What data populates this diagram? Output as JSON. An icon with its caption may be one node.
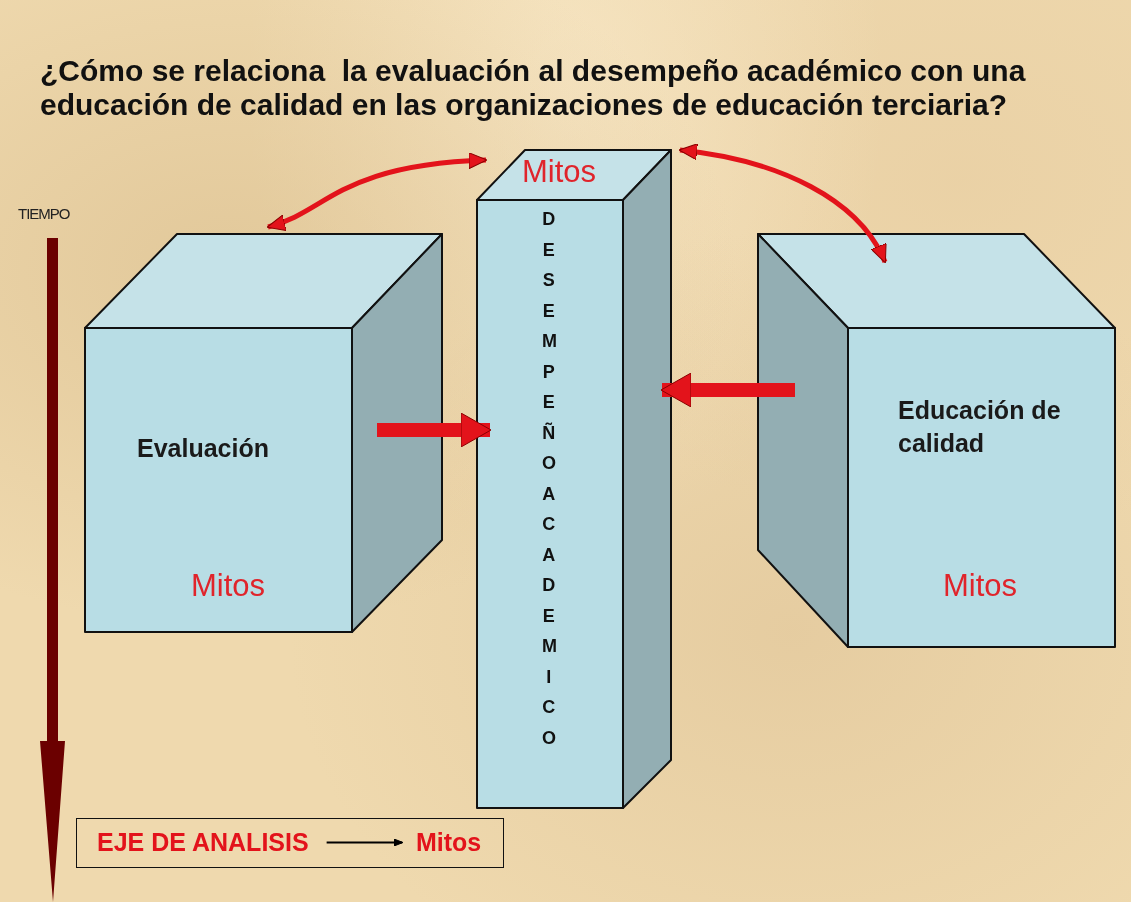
{
  "diagram": {
    "title": "¿Cómo se relaciona  la evaluación al desempeño académico con una educación de calidad en las organizaciones de educación terciaria?",
    "nodes": [
      {
        "text": [
          "Evaluación",
          "Mitos"
        ]
      },
      {
        "text": [
          "Mitos",
          "DESEMPEÑO ACADEMICO"
        ]
      },
      {
        "text": [
          "Educación de calidad",
          "Mitos"
        ]
      },
      {
        "text": [],
        "shape": "box"
      },
      {
        "text": [
          "EJE DE ANALISIS"
        ],
        "in": 3
      },
      {
        "text": [
          "Mitos"
        ],
        "in": 3
      }
    ],
    "edges": [
      {
        "from": 0,
        "to": 1,
        "arrow": "both"
      },
      {
        "from": 1,
        "to": 2,
        "arrow": "both"
      },
      {
        "from": 0,
        "to": 1,
        "arrow": "to",
        "style": "thick"
      },
      {
        "from": 2,
        "to": 1,
        "arrow": "to",
        "style": "thick"
      },
      {
        "from": 4,
        "to": 5,
        "arrow": "to",
        "color": "#000000"
      }
    ],
    "labels": [
      "TIEMPO"
    ]
  }
}
